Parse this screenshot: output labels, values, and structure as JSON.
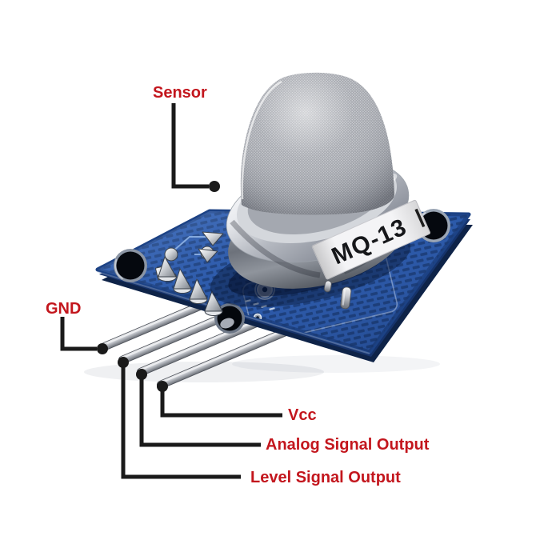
{
  "background": "#ffffff",
  "annotations": {
    "text_color": "#c3161d",
    "line_color": "#1a1a1a",
    "labels": [
      {
        "id": "sensor",
        "text": "Sensor"
      },
      {
        "id": "gnd",
        "text": "GND"
      },
      {
        "id": "vcc",
        "text": "Vcc"
      },
      {
        "id": "analog_signal_output",
        "text": "Analog Signal Output"
      },
      {
        "id": "level_signal_output",
        "text": "Level Signal Output"
      }
    ]
  },
  "module": {
    "part_label": "MQ-13",
    "visible_pin_count": 4,
    "colors": {
      "pcb_blue": "#2a58a8",
      "pcb_hatch": "#16366d",
      "pcb_edge_dark": "#0e2348",
      "metal_light": "#f4f5f8",
      "metal_dark": "#6d727b",
      "mesh_gray": "#c9cbd0",
      "label_white": "#f4f4f6"
    }
  }
}
